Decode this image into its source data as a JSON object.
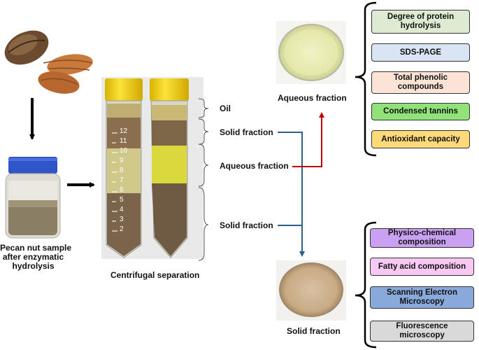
{
  "labels": {
    "pecan_sample": [
      "Pecan nut sample",
      "after enzymatic",
      "hydrolysis"
    ],
    "centrifugal": "Centrifugal separation",
    "oil": "Oil",
    "solid_top": "Solid fraction",
    "aqueous_mid": "Aqueous fraction",
    "solid_bottom": "Solid fraction",
    "aqueous_dish": "Aqueous fraction",
    "solid_dish": "Solid fraction"
  },
  "aqueous_analyses": [
    {
      "lines": [
        "Degree of protein",
        "hydrolysis"
      ],
      "color": "#dcebd2"
    },
    {
      "lines": [
        "SDS-PAGE"
      ],
      "color": "#d9e4f4"
    },
    {
      "lines": [
        "Total phenolic",
        "compounds"
      ],
      "color": "#fbe3d6"
    },
    {
      "lines": [
        "Condensed tannins"
      ],
      "color": "#92e27a"
    },
    {
      "lines": [
        "Antioxidant capacity"
      ],
      "color": "#ffd97a"
    }
  ],
  "solid_analyses": [
    {
      "lines": [
        "Physico-chemical",
        "composition"
      ],
      "color": "#c9a0f2"
    },
    {
      "lines": [
        "Fatty acid composition"
      ],
      "color": "#f7c8f2"
    },
    {
      "lines": [
        "Scanning Electron",
        "Microscopy"
      ],
      "color": "#8aa9db"
    },
    {
      "lines": [
        "Fluorescence",
        "microscopy"
      ],
      "color": "#d9d9d9"
    }
  ],
  "tube_scale": [
    "12",
    "11",
    "10",
    "9",
    "8",
    "7",
    "6",
    "5",
    "4",
    "3",
    "2"
  ],
  "colors": {
    "aqueous_arrow": "#c00000",
    "solid_arrow": "#2e5f8a",
    "cap": "#f6d21e",
    "jar_cap": "#2f55c9"
  }
}
